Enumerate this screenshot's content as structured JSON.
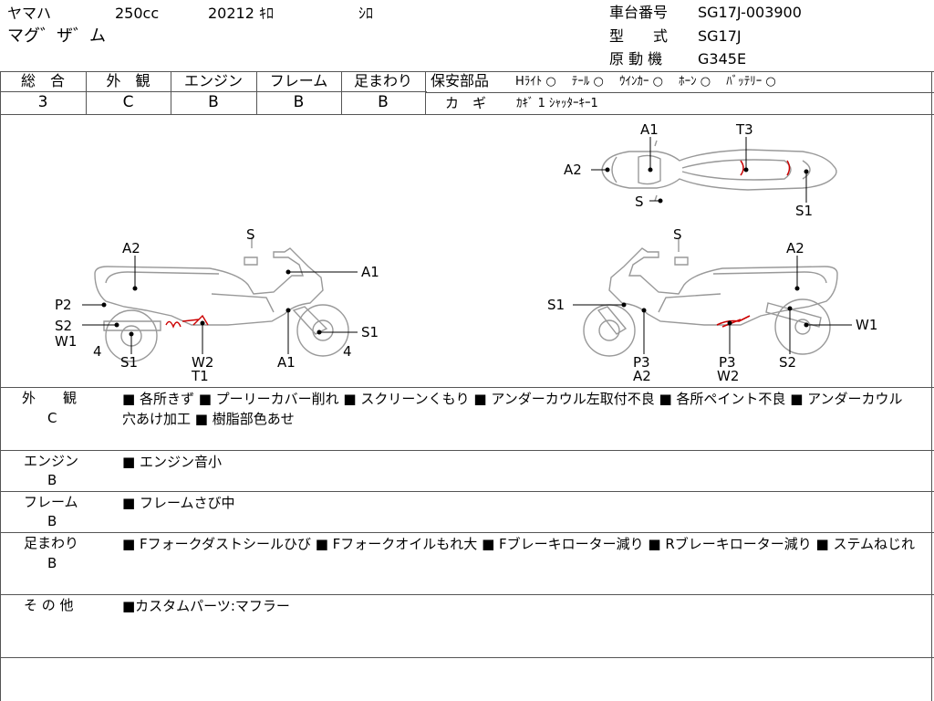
{
  "header": {
    "maker": "ヤマハ",
    "displacement": "250cc",
    "mileage": "20212 ｷﾛ",
    "color": "ｼﾛ",
    "model_name": "マグ゛ザ゛ム",
    "frame_label": "車台番号",
    "frame_number": "SG17J-003900",
    "type_label": "型　　式",
    "type_value": "SG17J",
    "engine_label": "原 動 機",
    "engine_value": "G345E"
  },
  "grades": {
    "overall": {
      "label": "総　合",
      "value": "3"
    },
    "exterior": {
      "label": "外　観",
      "value": "C"
    },
    "engine": {
      "label": "エンジン",
      "value": "B"
    },
    "frame": {
      "label": "フレーム",
      "value": "B"
    },
    "suspension": {
      "label": "足まわり",
      "value": "B"
    }
  },
  "safety": {
    "label": "保安部品",
    "items_line": "Hﾗｲﾄ ○　 ﾃｰﾙ ○　 ｳｲﾝｶｰ ○　 ﾎｰﾝ ○　 ﾊﾞｯﾃﾘｰ ○",
    "key_label": "カ　ギ",
    "key_value": "ｶｷﾞ 1 ｼｬｯﾀｰｷｰ1"
  },
  "diagram_labels": {
    "top": [
      "A1",
      "T3",
      "A2",
      "S",
      "S1"
    ],
    "left": [
      "S",
      "A2",
      "A1",
      "P2",
      "S2",
      "W1",
      "S1",
      "4",
      "S1",
      "W2",
      "T1",
      "A1",
      "4"
    ],
    "right": [
      "S",
      "A2",
      "S1",
      "W1",
      "P3",
      "A2",
      "P3",
      "W2",
      "S2"
    ]
  },
  "sections": [
    {
      "label": "外　　観",
      "grade": "C",
      "text": "■ 各所きず ■ プーリーカバー削れ ■ スクリーンくもり ■ アンダーカウル左取付不良 ■ 各所ペイント不良 ■ アンダーカウル穴あけ加工 ■ 樹脂部色あせ"
    },
    {
      "label": "エンジン",
      "grade": "B",
      "text": "■ エンジン音小"
    },
    {
      "label": "フレーム",
      "grade": "B",
      "text": "■ フレームさび中"
    },
    {
      "label": "足まわり",
      "grade": "B",
      "text": "■ Fフォークダストシールひび ■ Fフォークオイルもれ大 ■ Fブレーキローター減り ■ Rブレーキローター減り ■ ステムねじれ"
    },
    {
      "label": "そ の 他",
      "grade": "",
      "text": "■カスタムパーツ:マフラー"
    }
  ],
  "colors": {
    "line": "#555555",
    "damage": "#cc0000",
    "bike": "#888888"
  }
}
